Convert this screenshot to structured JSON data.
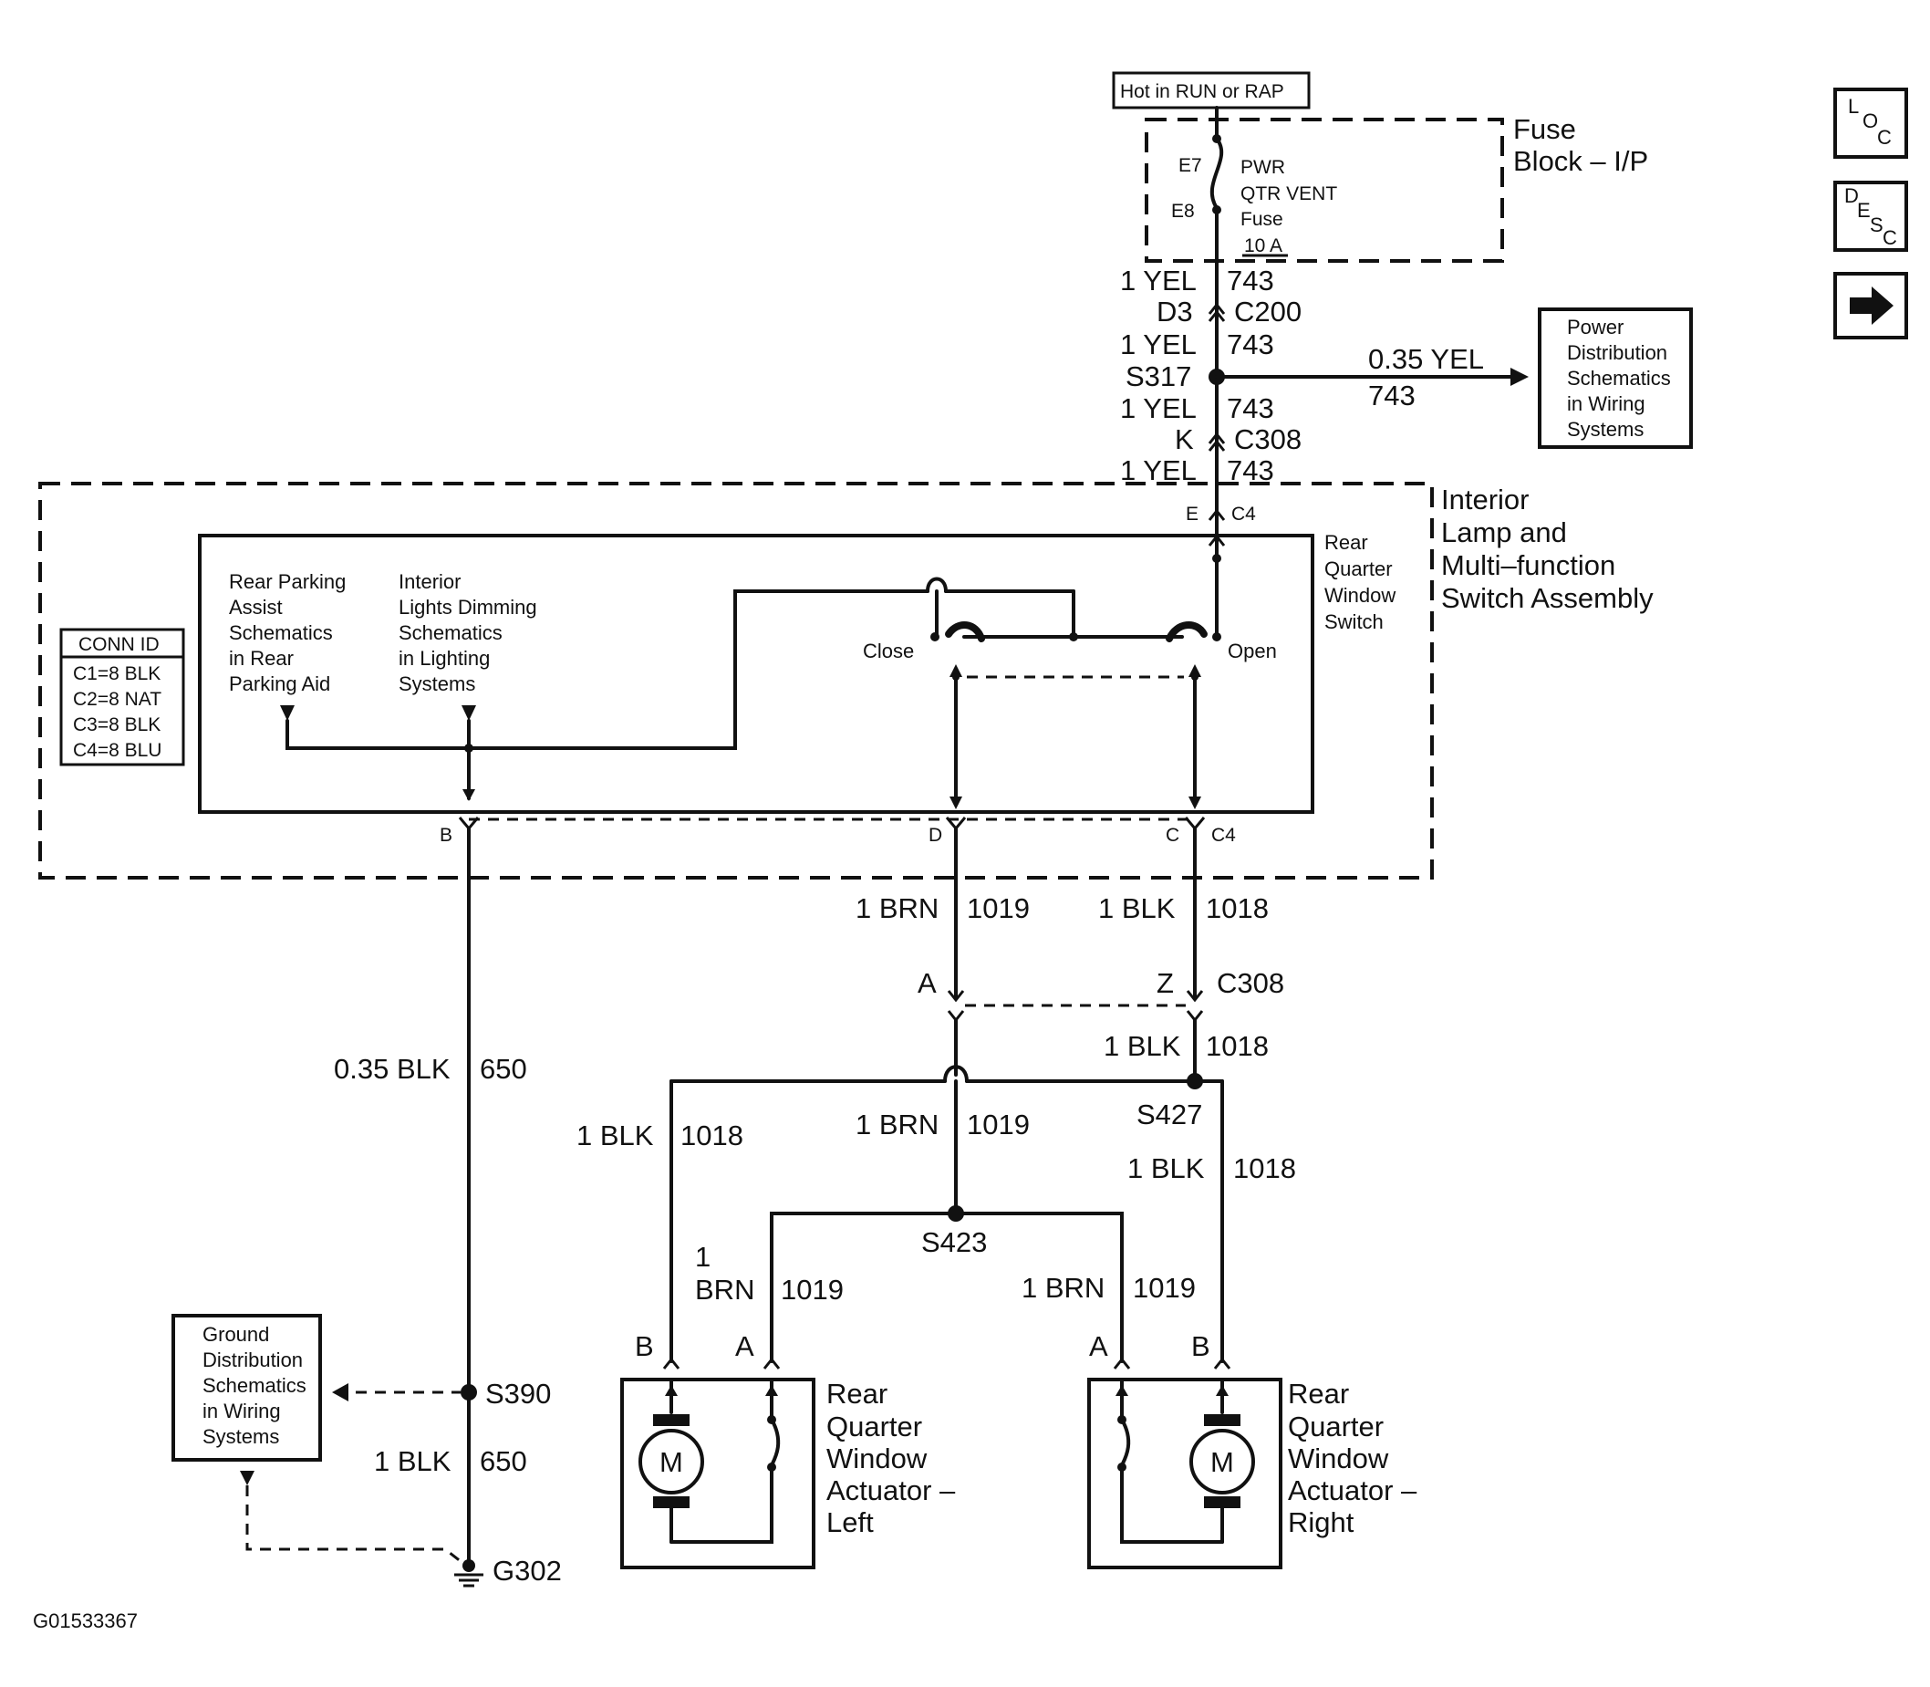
{
  "power": {
    "hot_label": "Hot in RUN or RAP",
    "fuse_block_line1": "Fuse",
    "fuse_block_line2": "Block – I/P",
    "fuse_e7": "E7",
    "fuse_e8": "E8",
    "fuse_name_line1": "PWR",
    "fuse_name_line2": "QTR VENT",
    "fuse_name_line3": "Fuse",
    "fuse_rating": "10 A"
  },
  "feed": {
    "w1_wire": "1 YEL",
    "w1_circuit": "743",
    "c200_pin": "D3",
    "c200_id": "C200",
    "w2_wire": "1 YEL",
    "w2_circuit": "743",
    "s317": "S317",
    "w3_wire": "1 YEL",
    "w3_circuit": "743",
    "c308_pin": "K",
    "c308_id": "C308",
    "w4_wire": "1 YEL",
    "w4_circuit": "743",
    "branch_wire": "0.35 YEL",
    "branch_circuit": "743"
  },
  "power_dist": {
    "line1": "Power",
    "line2": "Distribution",
    "line3": "Schematics",
    "line4": "in Wiring",
    "line5": "Systems"
  },
  "assembly": {
    "line1": "Interior",
    "line2": "Lamp and",
    "line3": "Multi–function",
    "line4": "Switch Assembly",
    "pin_e": "E",
    "conn_top": "C4",
    "pin_b": "B",
    "pin_d": "D",
    "pin_c": "C",
    "conn_bottom": "C4"
  },
  "conn_id": {
    "title": "CONN ID",
    "rows": [
      "C1=8 BLK",
      "C2=8 NAT",
      "C3=8 BLK",
      "C4=8 BLU"
    ]
  },
  "switch": {
    "line1": "Rear",
    "line2": "Quarter",
    "line3": "Window",
    "line4": "Switch",
    "close": "Close",
    "open": "Open"
  },
  "rear_parking": {
    "line1": "Rear Parking",
    "line2": "Assist",
    "line3": "Schematics",
    "line4": "in Rear",
    "line5": "Parking Aid"
  },
  "interior_lights": {
    "line1": "Interior",
    "line2": "Lights Dimming",
    "line3": "Schematics",
    "line4": "in Lighting",
    "line5": "Systems"
  },
  "lower": {
    "brn_wire": "1 BRN",
    "brn_circuit": "1019",
    "blk_wire": "1 BLK",
    "blk_circuit": "1018",
    "c308_pin_a": "A",
    "c308_pin_z": "Z",
    "c308_id": "C308",
    "blk2_wire": "1 BLK",
    "blk2_circuit": "1018",
    "s427": "S427",
    "left_blk_wire": "1 BLK",
    "left_blk_circuit": "1018",
    "mid_brn_wire": "1 BRN",
    "mid_brn_circuit": "1019",
    "right_blk_wire": "1 BLK",
    "right_blk_circuit": "1018",
    "s423": "S423",
    "left_brn_line1": "1",
    "left_brn_line2": "BRN",
    "left_brn_circuit": "1019",
    "right_brn_wire": "1 BRN",
    "right_brn_circuit": "1019"
  },
  "ground": {
    "wire1": "0.35 BLK",
    "circuit1": "650",
    "s390": "S390",
    "wire2": "1 BLK",
    "circuit2": "650",
    "g302": "G302",
    "dist_line1": "Ground",
    "dist_line2": "Distribution",
    "dist_line3": "Schematics",
    "dist_line4": "in Wiring",
    "dist_line5": "Systems"
  },
  "actuator_left": {
    "pin_b": "B",
    "pin_a": "A",
    "motor": "M",
    "line1": "Rear",
    "line2": "Quarter",
    "line3": "Window",
    "line4": "Actuator –",
    "line5": "Left"
  },
  "actuator_right": {
    "pin_a": "A",
    "pin_b": "B",
    "motor": "M",
    "line1": "Rear",
    "line2": "Quarter",
    "line3": "Window",
    "line4": "Actuator –",
    "line5": "Right"
  },
  "nav": {
    "loc_l": "L",
    "loc_o": "O",
    "loc_c": "C",
    "desc_d": "D",
    "desc_e": "E",
    "desc_s": "S",
    "desc_c": "C",
    "next_icon": "right-arrow-icon"
  },
  "figure_id": "G01533367"
}
